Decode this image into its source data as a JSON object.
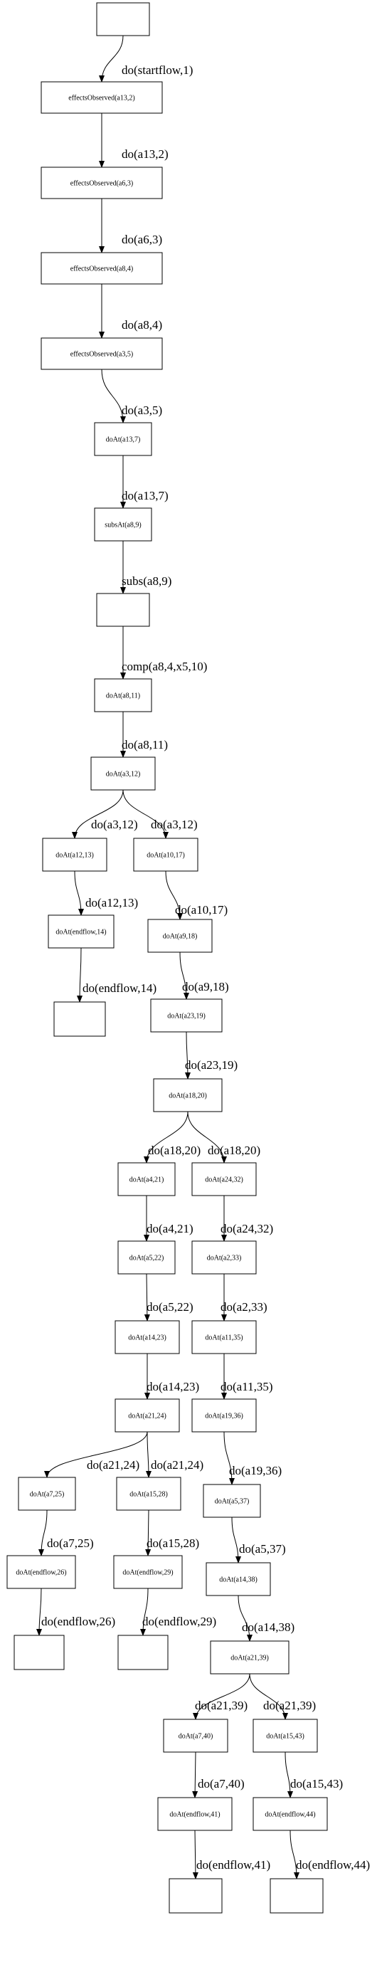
{
  "nodes": {
    "n0": "",
    "n1": "effectsObserved(a13,2)",
    "n2": "effectsObserved(a6,3)",
    "n3": "effectsObserved(a8,4)",
    "n4": "effectsObserved(a3,5)",
    "n5": "doAt(a13,7)",
    "n6": "subsAt(a8,9)",
    "n7": "",
    "n8": "doAt(a8,11)",
    "n9": "doAt(a3,12)",
    "n10": "doAt(a12,13)",
    "n11": "doAt(a10,17)",
    "n12": "doAt(endflow,14)",
    "n13": "doAt(a9,18)",
    "n14": "",
    "n15": "doAt(a23,19)",
    "n16": "doAt(a18,20)",
    "n17": "doAt(a4,21)",
    "n18": "doAt(a24,32)",
    "n19": "doAt(a5,22)",
    "n20": "doAt(a2,33)",
    "n21": "doAt(a14,23)",
    "n22": "doAt(a11,35)",
    "n23": "doAt(a21,24)",
    "n24": "doAt(a19,36)",
    "n25": "doAt(a7,25)",
    "n26": "doAt(a15,28)",
    "n27": "doAt(a5,37)",
    "n28": "doAt(endflow,26)",
    "n29": "doAt(endflow,29)",
    "n30": "doAt(a14,38)",
    "n31": "",
    "n32": "",
    "n33": "doAt(a21,39)",
    "n34": "doAt(a7,40)",
    "n35": "doAt(a15,43)",
    "n36": "doAt(endflow,41)",
    "n37": "doAt(endflow,44)",
    "n38": "",
    "n39": ""
  },
  "edges": {
    "e0": "do(startflow,1)",
    "e1": "do(a13,2)",
    "e2": "do(a6,3)",
    "e3": "do(a8,4)",
    "e4": "do(a3,5)",
    "e5": "do(a13,7)",
    "e6": "subs(a8,9)",
    "e7": "comp(a8,4,x5,10)",
    "e8": "do(a8,11)",
    "e9": "do(a3,12)",
    "e10": "do(a3,12)",
    "e11": "do(a12,13)",
    "e12": "do(a10,17)",
    "e13": "do(endflow,14)",
    "e14": "do(a9,18)",
    "e15": "do(a23,19)",
    "e16": "do(a18,20)",
    "e17": "do(a18,20)",
    "e18": "do(a4,21)",
    "e19": "do(a24,32)",
    "e20": "do(a5,22)",
    "e21": "do(a2,33)",
    "e22": "do(a14,23)",
    "e23": "do(a11,35)",
    "e24": "do(a21,24)",
    "e25": "do(a21,24)",
    "e26": "do(a19,36)",
    "e27": "do(a7,25)",
    "e28": "do(a15,28)",
    "e29": "do(a5,37)",
    "e30": "do(endflow,26)",
    "e31": "do(endflow,29)",
    "e32": "do(a14,38)",
    "e33": "do(a21,39)",
    "e34": "do(a21,39)",
    "e35": "do(a7,40)",
    "e36": "do(a15,43)",
    "e37": "do(endflow,41)",
    "e38": "do(endflow,44)"
  }
}
